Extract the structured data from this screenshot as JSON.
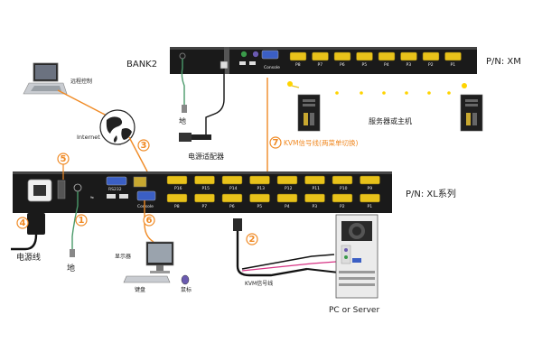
{
  "labels": {
    "bank2": "BANK2",
    "pn_xm": "P/N: XM",
    "pn_xl": "P/N: XL系列",
    "remote": "远程控制",
    "internet": "Internet",
    "ground_top": "地",
    "power_adapter": "电源适配器",
    "kvm_cable_dual": "KVM信号线(两菜单切换)",
    "servers": "服务器或主机",
    "power_cord": "电源线",
    "ground_bottom": "地",
    "monitor": "显示器",
    "keyboard": "键盘",
    "mouse": "鼠标",
    "kvm_cable": "KVM信号线",
    "pc_server": "PC or Server",
    "rs232": "RS232",
    "console_bottom": "Console",
    "console_top": "Console"
  },
  "steps": [
    "1",
    "2",
    "3",
    "4",
    "5",
    "6",
    "7"
  ],
  "ports": {
    "top_xm": [
      "P8",
      "P7",
      "P6",
      "P5",
      "P4",
      "P3",
      "P2",
      "P1"
    ],
    "bottom_row1": [
      "P16",
      "P15",
      "P14",
      "P13",
      "P12",
      "P11",
      "P10",
      "P9"
    ],
    "bottom_row2": [
      "P8",
      "P7",
      "P6",
      "P5",
      "P4",
      "P3",
      "P2",
      "P1"
    ]
  },
  "colors": {
    "accent": "#f08a24",
    "device": "#1a1a1a",
    "port": "#e8c21a",
    "green_wire": "#4a9a6a"
  }
}
